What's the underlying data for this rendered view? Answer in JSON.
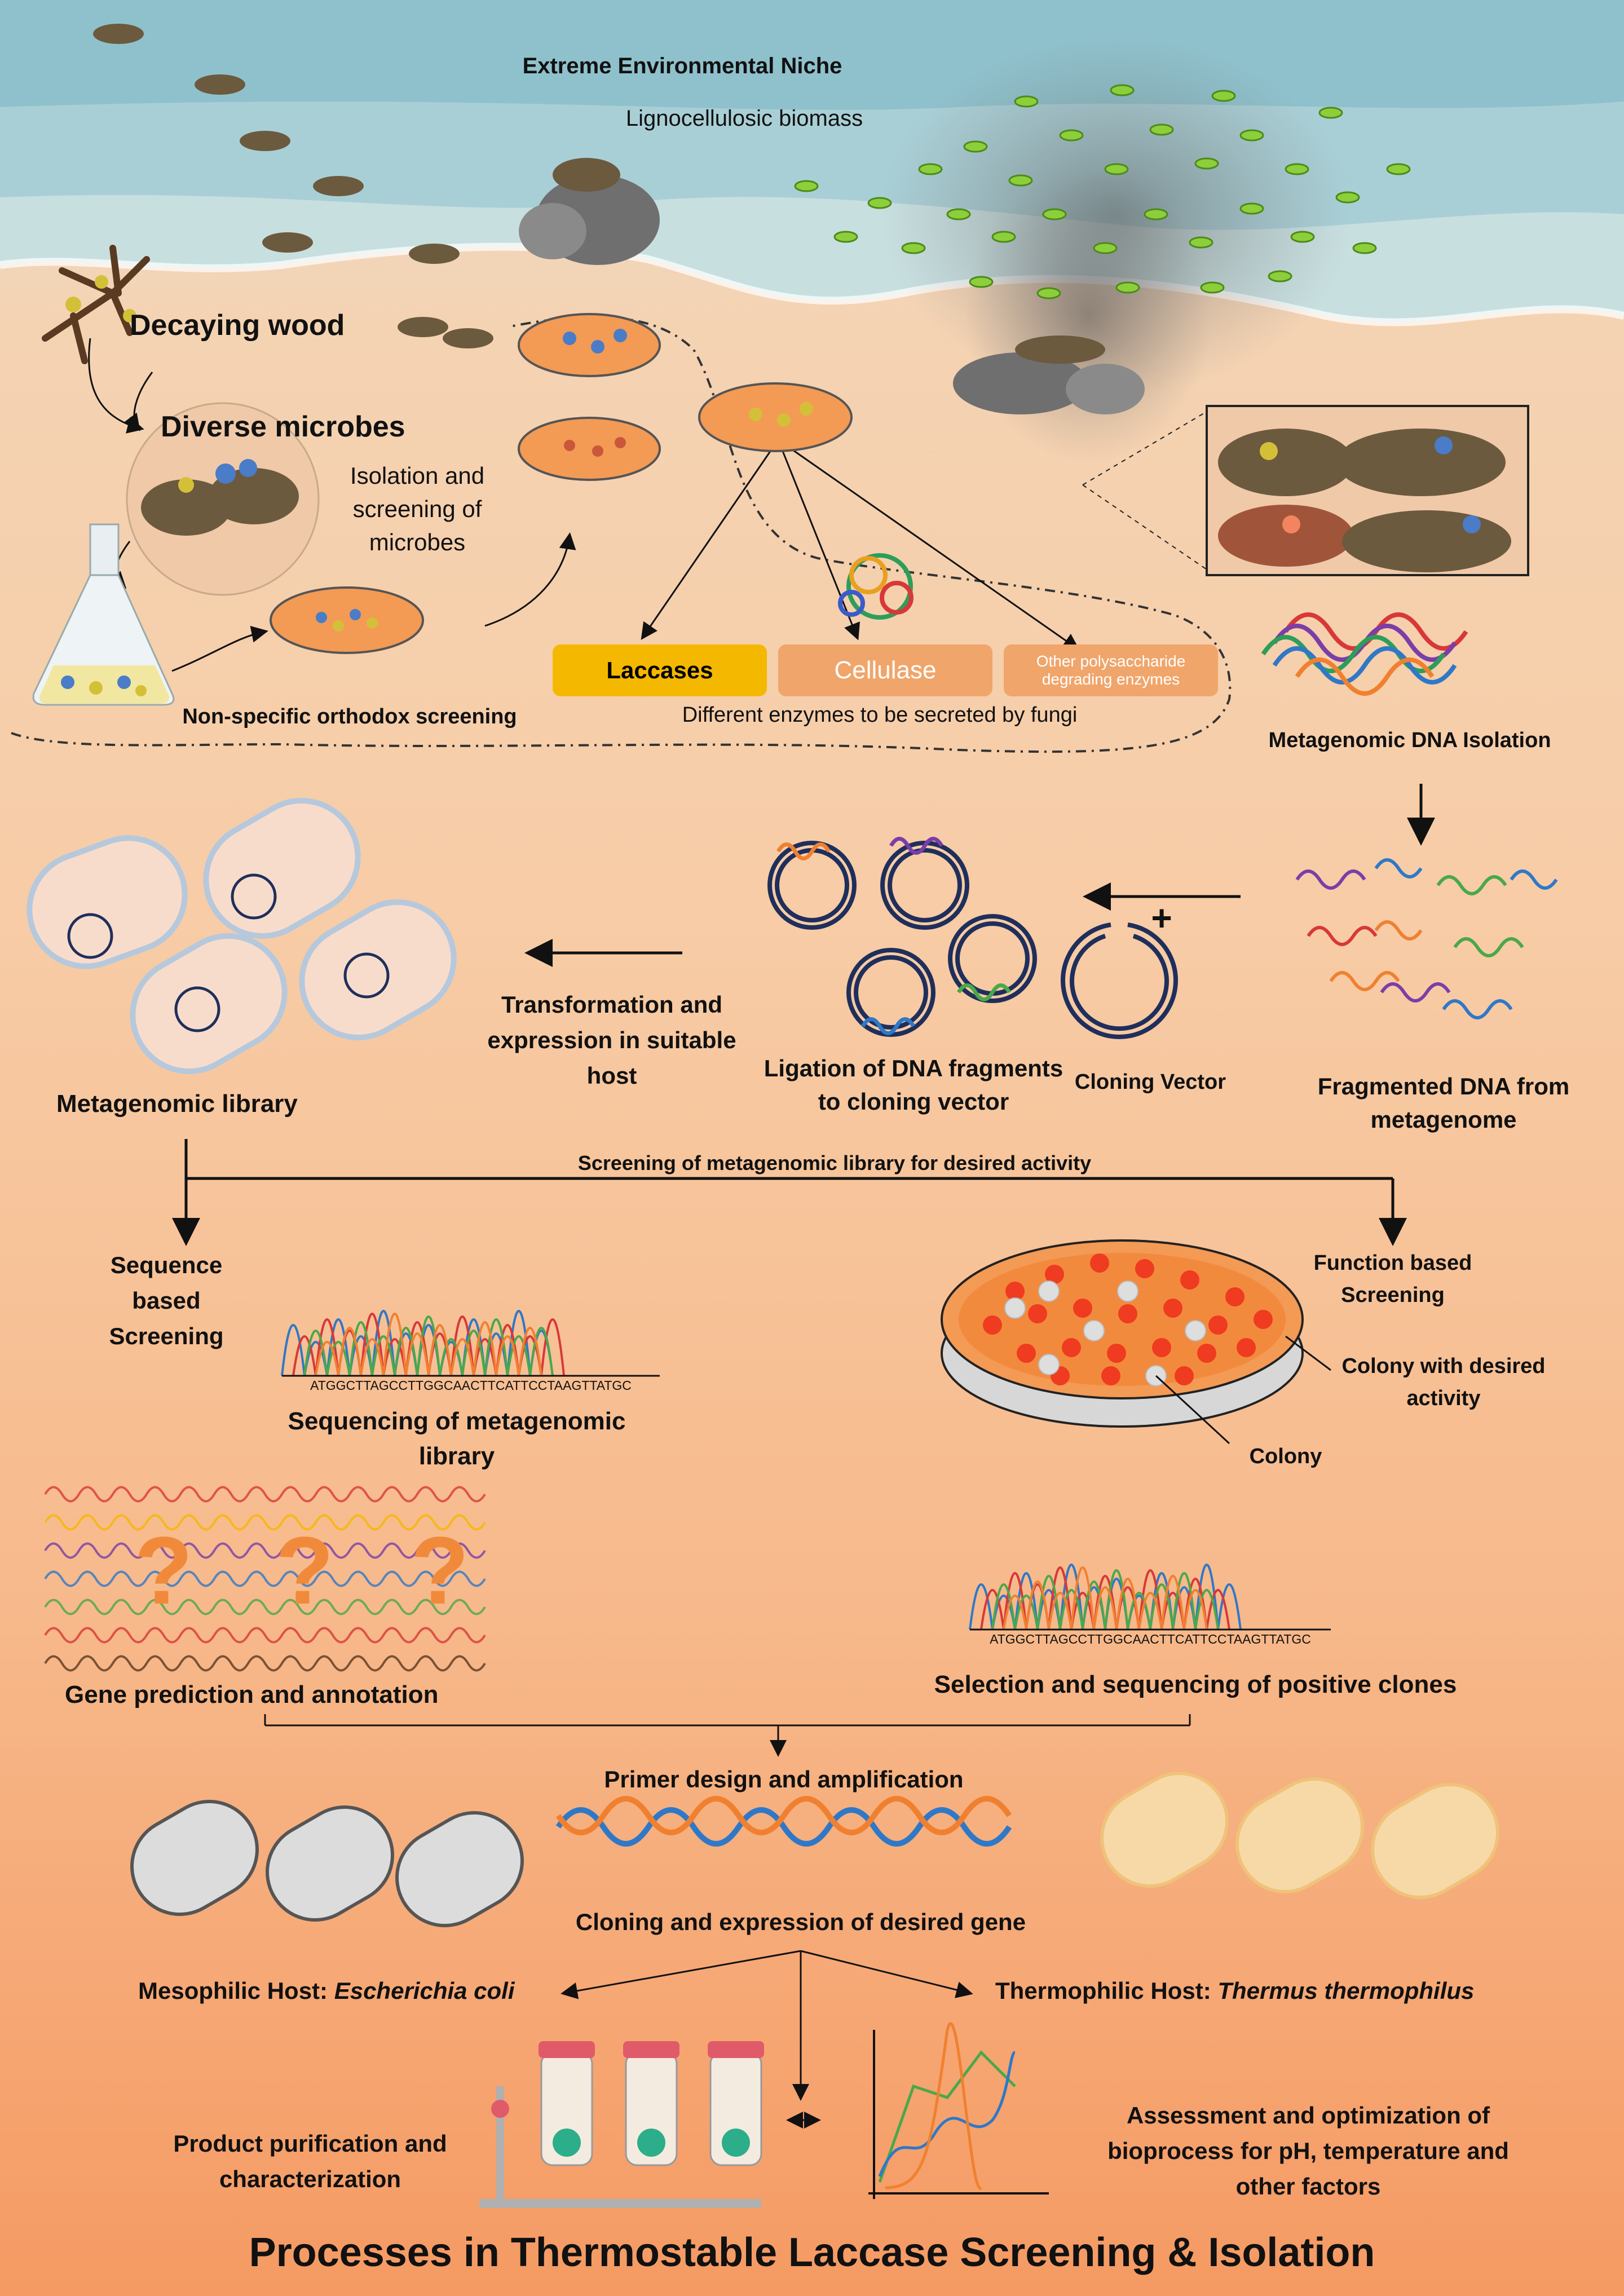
{
  "labels": {
    "niche": "Extreme Environmental Niche",
    "biomass": "Lignocellulosic biomass",
    "decaying_wood": "Decaying wood",
    "diverse_microbes": "Diverse microbes",
    "isolation": "Isolation and screening of microbes",
    "orthodox": "Non-specific orthodox screening",
    "laccases": "Laccases",
    "cellulase": "Cellulase",
    "other_enzymes": "Other polysaccharide degrading enzymes",
    "enzymes_caption": "Different enzymes to be secreted by fungi",
    "metagenomic_dna": "Metagenomic DNA Isolation",
    "fragmented_dna": "Fragmented DNA from metagenome",
    "cloning_vector": "Cloning Vector",
    "plus": "+",
    "ligation": "Ligation of DNA fragments to cloning vector",
    "transformation": "Transformation and expression in suitable host",
    "library": "Metagenomic library",
    "screening_library": "Screening of metagenomic library for desired activity",
    "sequence_screening": "Sequence based Screening",
    "function_screening": "Function based Screening",
    "sequence_string": "ATGGCTTAGCCTTGGCAACTTCATTCCTAAGTTATGC",
    "sequencing_library": "Sequencing of metagenomic library",
    "colony_desired": "Colony with desired activity",
    "colony": "Colony",
    "question": "?",
    "gene_prediction": "Gene prediction and annotation",
    "positive_clones": "Selection and sequencing of positive clones",
    "primer": "Primer design and amplification",
    "cloning_expression": "Cloning and expression of desired gene",
    "mesophilic_prefix": "Mesophilic Host: ",
    "mesophilic_species": "Escherichia coli",
    "thermophilic_prefix": "Thermophilic Host: ",
    "thermophilic_species": "Thermus thermophilus",
    "purification": "Product purification and characterization",
    "assessment": "Assessment and optimization of bioprocess for pH, temperature and other factors",
    "title": "Processes in Thermostable Laccase Screening & Isolation"
  },
  "colors": {
    "laccases_box": "#f5b800",
    "cellulase_box": "#f0a56b",
    "other_box": "#f0a56b",
    "sand": "#f4d3b3",
    "sea": "#bcd9dc",
    "dna_orange": "#f08030",
    "dna_blue": "#2f78c8",
    "dna_green": "#4aa84a",
    "dna_purple": "#7a3ea8",
    "dna_red": "#d83838",
    "plate": "#f39a55",
    "colony_red": "#ef3b1f",
    "colony_white": "#dedede"
  }
}
